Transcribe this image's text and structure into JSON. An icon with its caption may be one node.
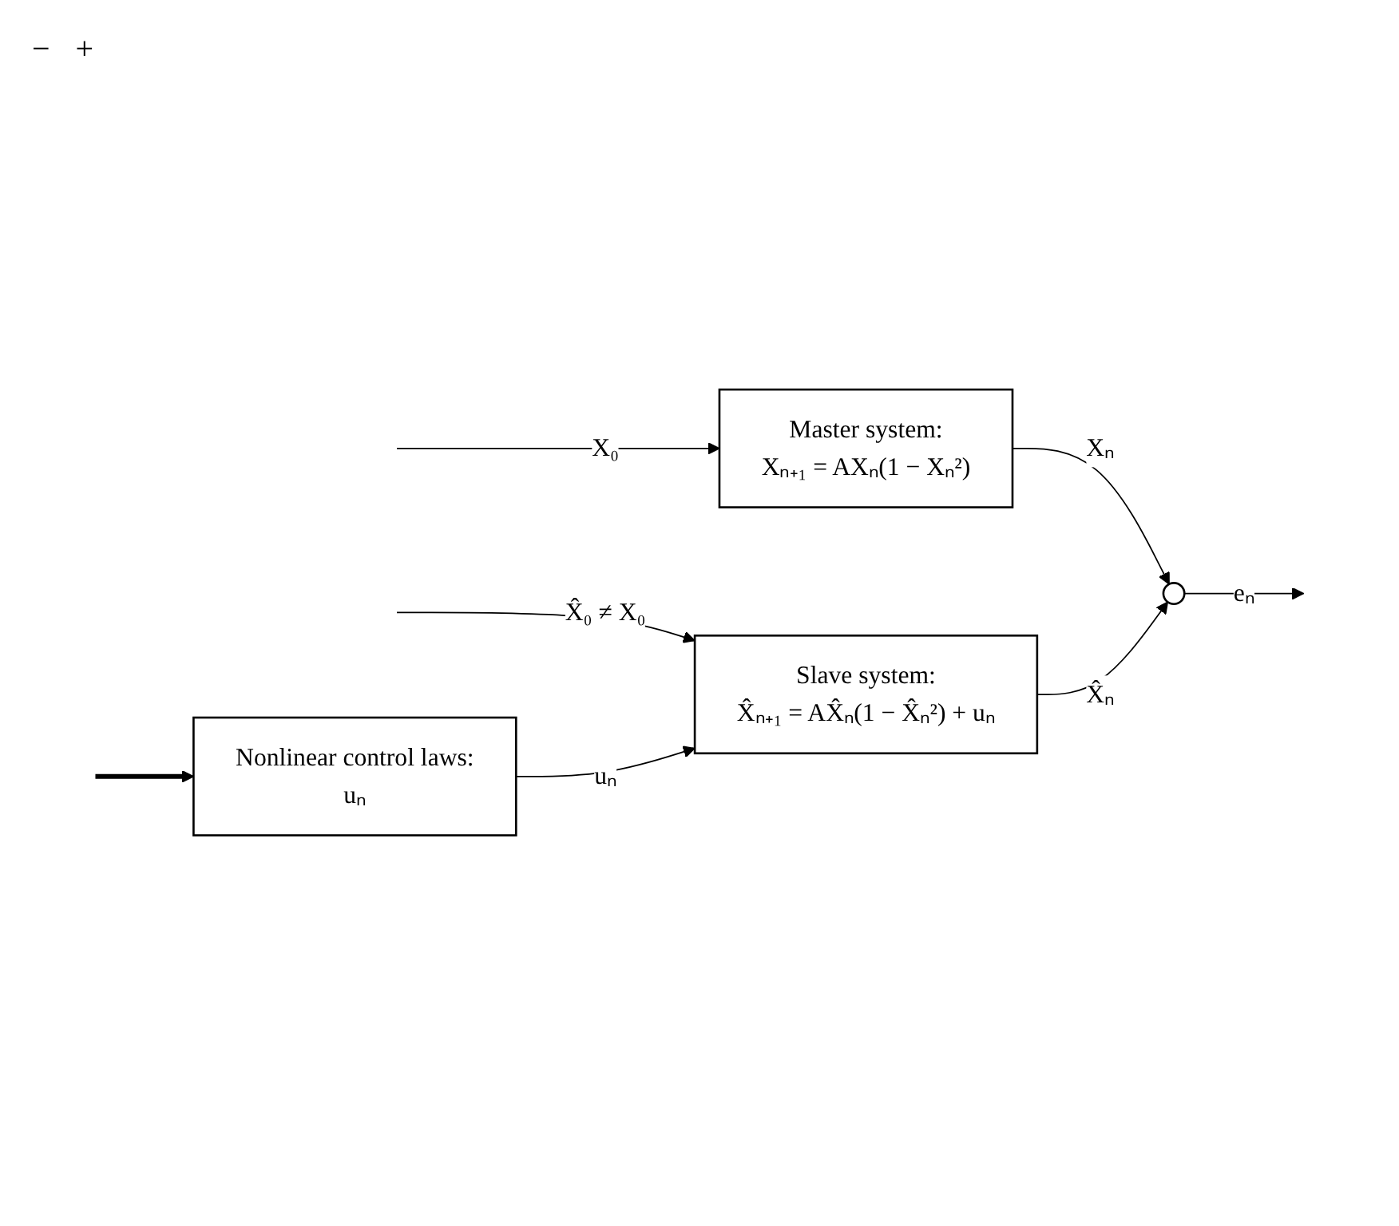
{
  "diagram": {
    "nodes": [
      {
        "text": [
          "Master system:",
          "Xₙ₊₁ = AXₙ(1 − Xₙ²)"
        ]
      },
      {
        "text": [
          "Slave system:",
          "X̂ₙ₊₁ = AX̂ₙ(1 − X̂ₙ²) + uₙ"
        ]
      },
      {
        "text": [
          "Nonlinear control laws:",
          "uₙ"
        ]
      },
      {
        "text": [],
        "shape": "circle"
      }
    ],
    "labels": [
      "−",
      "+"
    ],
    "edges": [
      {
        "from": null,
        "to": 0,
        "arrow": "to",
        "label": "X₀"
      },
      {
        "from": 0,
        "to": 3,
        "arrow": "to",
        "label": "Xₙ"
      },
      {
        "from": 3,
        "to": null,
        "arrow": "to",
        "label": "eₙ"
      },
      {
        "from": null,
        "to": 1,
        "arrow": "to",
        "label": "X̂₀ ≠ X₀"
      },
      {
        "from": 1,
        "to": 3,
        "arrow": "to",
        "label": "X̂ₙ"
      },
      {
        "from": 2,
        "to": 1,
        "arrow": "to",
        "label": "uₙ"
      },
      {
        "from": null,
        "to": 2,
        "arrow": "to",
        "style": "thick"
      }
    ]
  }
}
